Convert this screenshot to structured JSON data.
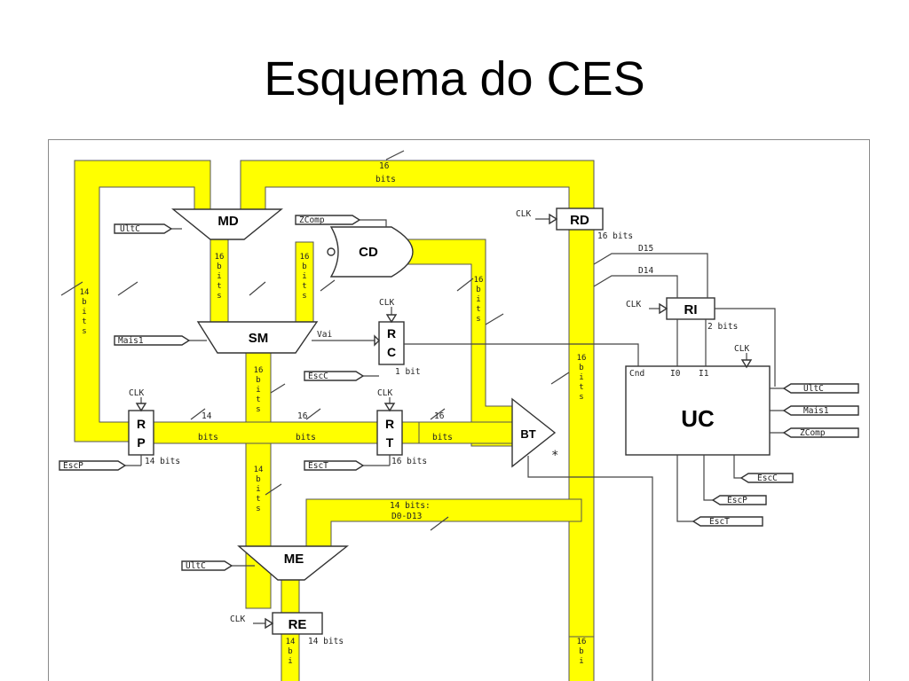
{
  "slide": {
    "title": "Esquema do CES"
  },
  "blocks": {
    "md": "MD",
    "cd": "CD",
    "rd": "RD",
    "ri": "RI",
    "sm": "SM",
    "rc": [
      "R",
      "C"
    ],
    "rp": [
      "R",
      "P"
    ],
    "rt": [
      "R",
      "T"
    ],
    "bt": "BT",
    "uc": "UC",
    "me": "ME",
    "re": "RE"
  },
  "tags": {
    "ultc_md": "UltC",
    "zcomp_cd": "ZComp",
    "mais1_sm": "Mais1",
    "escc_rc": "EscC",
    "escp_rp": "EscP",
    "esct_rt": "EscT",
    "ultc_me": "UltC",
    "uc_ultc": "UltC",
    "uc_mais1": "Mais1",
    "uc_zcomp": "ZComp",
    "uc_escc": "EscC",
    "uc_escp": "EscP",
    "uc_esct": "EscT"
  },
  "clk": "CLK",
  "labels": {
    "top_16": "16",
    "top_bits": "bits",
    "rd_16bits": "16 bits",
    "d15": "D15",
    "d14": "D14",
    "ri_2bits": "2 bits",
    "vai": "Vai",
    "rc_1bit": "1 bit",
    "rp_14bits": "14 bits",
    "rt_16bits": "16 bits",
    "h_14": "14",
    "h_bits": "bits",
    "h_16": "16",
    "h_bits2": "bits",
    "h_16b": "16",
    "h_bits3": "bits",
    "d_bus_a": "14 bits:",
    "d_bus_b": "D0-D13",
    "re_14bits": "14 bits",
    "cnd": "Cnd",
    "i0": "I0",
    "i1": "I1",
    "star": "*"
  },
  "vertical_labels": {
    "left_14": "14 bits",
    "md_16": "16 bits",
    "cd_16": "16 bits",
    "bt_16": "16 bits",
    "rd_16": "16 bits",
    "sm_16": "16 bits",
    "me_14": "14 bits",
    "re_14": "14 bi",
    "bottom_16": "16 bi"
  }
}
